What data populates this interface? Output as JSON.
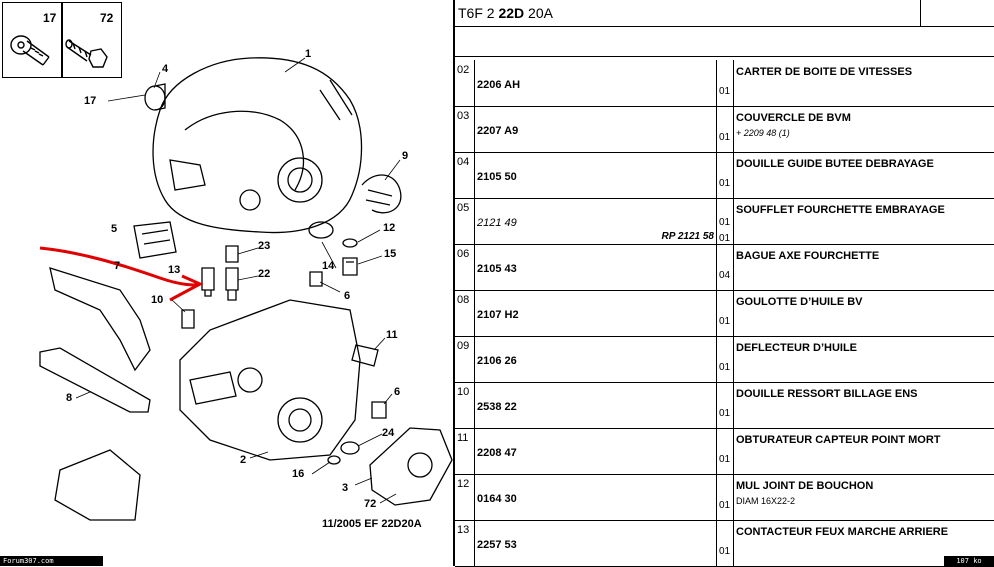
{
  "diagram": {
    "thumb_labels": [
      "17",
      "72"
    ],
    "callouts": [
      "1",
      "2",
      "3",
      "4",
      "5",
      "6",
      "6",
      "7",
      "8",
      "9",
      "10",
      "11",
      "12",
      "13",
      "14",
      "15",
      "16",
      "17",
      "22",
      "23",
      "24",
      "72"
    ],
    "date_code": "11/2005   EF 22D20A"
  },
  "footer": {
    "left_text": "Forum307.com",
    "right_text": "107 ko"
  },
  "header": {
    "title_prefix": "T6F 2 ",
    "title_bold": "22D",
    "title_suffix": " 20A"
  },
  "parts": [
    {
      "num": "02",
      "ref": "2206 AH",
      "qty": "01",
      "desc": "CARTER DE BOITE DE VITESSES",
      "note": ""
    },
    {
      "num": "03",
      "ref": "2207 A9",
      "qty": "01",
      "desc": "COUVERCLE DE BVM",
      "note": "+ 2209 48 (1)"
    },
    {
      "num": "04",
      "ref": "2105 50",
      "qty": "01",
      "desc": "DOUILLE GUIDE BUTEE DEBRAYAGE",
      "note": ""
    },
    {
      "num": "05",
      "ref": "2121 49",
      "rp": "RP 2121 58",
      "qty": "01",
      "qty2": "01",
      "desc": "SOUFFLET FOURCHETTE EMBRAYAGE",
      "note": ""
    },
    {
      "num": "06",
      "ref": "2105 43",
      "qty": "04",
      "desc": "BAGUE AXE FOURCHETTE",
      "note": ""
    },
    {
      "num": "08",
      "ref": "2107 H2",
      "qty": "01",
      "desc": "GOULOTTE D’HUILE BV",
      "note": ""
    },
    {
      "num": "09",
      "ref": "2106 26",
      "qty": "01",
      "desc": "DEFLECTEUR D’HUILE",
      "note": ""
    },
    {
      "num": "10",
      "ref": "2538 22",
      "qty": "01",
      "desc": "DOUILLE RESSORT BILLAGE ENS",
      "note": ""
    },
    {
      "num": "11",
      "ref": "2208 47",
      "qty": "01",
      "desc": "OBTURATEUR CAPTEUR POINT MORT",
      "note": ""
    },
    {
      "num": "12",
      "ref": "0164 30",
      "qty": "01",
      "desc": "MUL JOINT DE BOUCHON",
      "note": "DIAM 16X22-2"
    },
    {
      "num": "13",
      "ref": "2257 53",
      "qty": "01",
      "desc": "CONTACTEUR FEUX MARCHE ARRIERE",
      "note": ""
    }
  ]
}
